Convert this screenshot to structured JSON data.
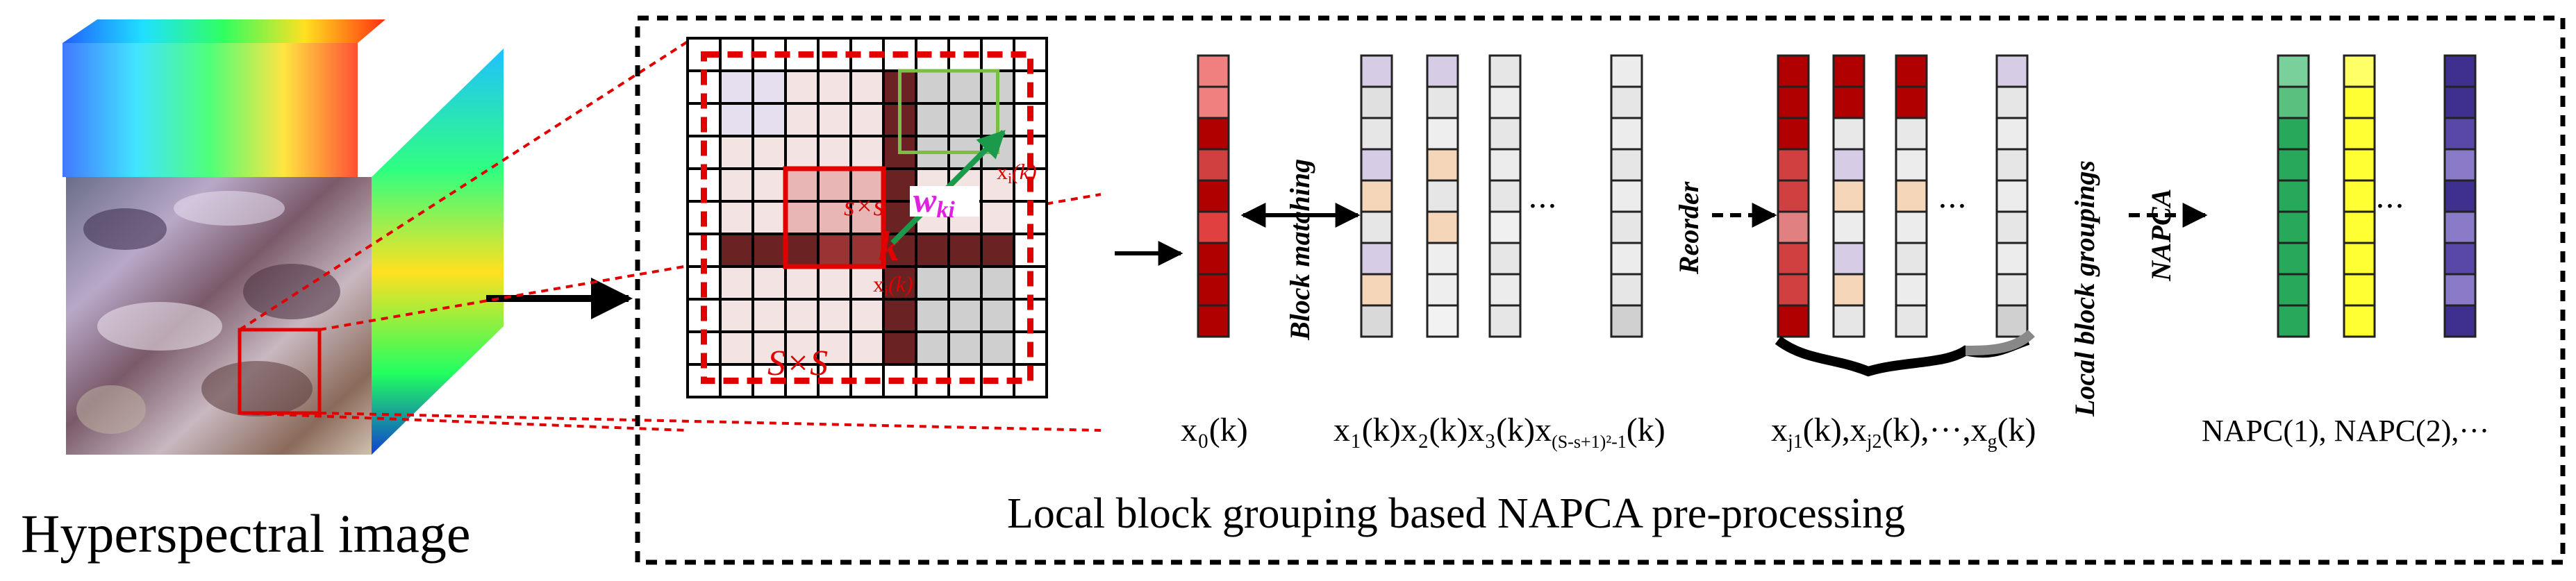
{
  "hyperspectral_label": "Hyperspectral image",
  "grid_labels": {
    "window_small": "s×s",
    "window_large": "S×S",
    "weight": "w",
    "weight_sub": "ki",
    "center_index": "k",
    "vec_center": "x",
    "vec_center_sub": "i",
    "vec_center_arg": "(k)",
    "vec_neighbor": "x",
    "vec_neighbor_sub": "i",
    "vec_neighbor_arg": "(k)"
  },
  "arrows": {
    "block_matching": "Block matching",
    "reorder": "Reorder",
    "local_block_groupings": "Local block groupings",
    "napca": "NAPCA"
  },
  "vectors": {
    "x0": "x₀(k)",
    "x_sequence": [
      "x₁(k)",
      "x₂(k)",
      "x₃(k)"
    ],
    "x_last_base": "x",
    "x_last_sub": "(S-s+1)²-1",
    "x_last_arg": "(k)",
    "grouped_a": "x",
    "grouped_a_sub": "j1",
    "grouped_b": "x",
    "grouped_b_sub": "j2",
    "grouped_c": "x",
    "grouped_c_sub": "g",
    "grouped_arg": "(k)",
    "dots": "···",
    "napc_label": "NAPC(1), NAPC(2),···"
  },
  "process_caption": "Local block grouping based NAPCA pre-processing",
  "colors": {
    "red_dark": "#b00000",
    "red_mid": "#d04040",
    "red_light": "#e8b0b0",
    "lavender": "#d6cce6",
    "peach": "#f6d6b8",
    "gray": "#c8c8c8",
    "green": "#27a85a",
    "yellow": "#ffff33",
    "purple": "#3f2f8f",
    "magenta": "#e020e0",
    "window_border": "#e00000"
  }
}
